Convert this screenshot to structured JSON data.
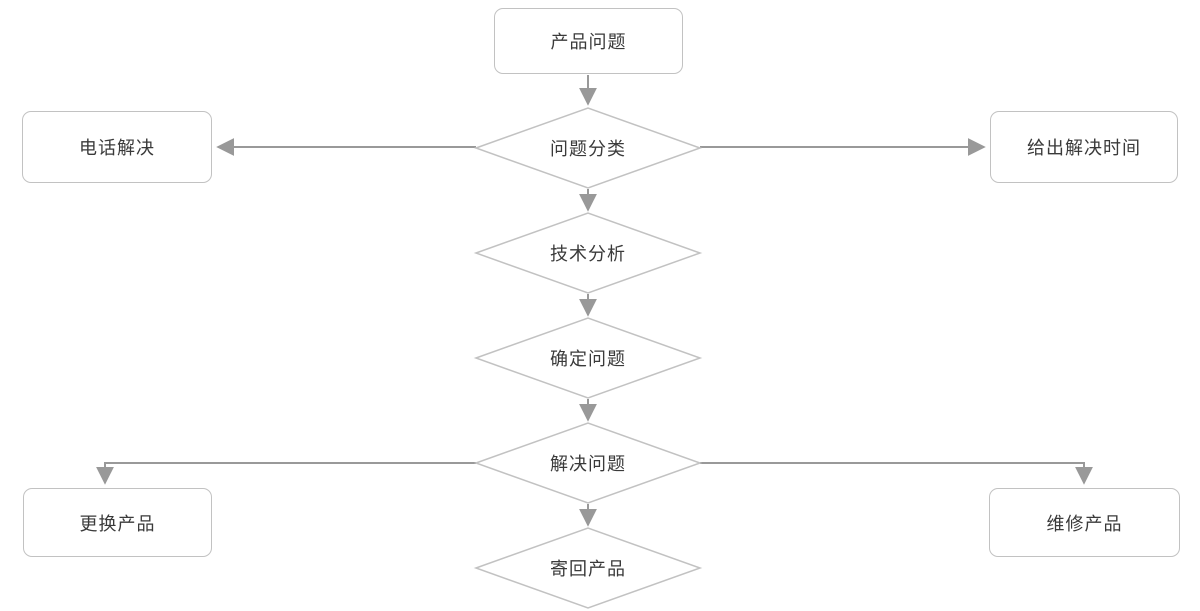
{
  "diagram": {
    "title": "product-issue-resolution-flowchart",
    "nodes": {
      "product_issue": {
        "label": "产品问题",
        "shape": "rounded-rectangle"
      },
      "classify": {
        "label": "问题分类",
        "shape": "diamond"
      },
      "phone_resolve": {
        "label": "电话解决",
        "shape": "rounded-rectangle"
      },
      "give_time": {
        "label": "给出解决时间",
        "shape": "rounded-rectangle"
      },
      "tech_analysis": {
        "label": "技术分析",
        "shape": "diamond"
      },
      "confirm_issue": {
        "label": "确定问题",
        "shape": "diamond"
      },
      "solve_issue": {
        "label": "解决问题",
        "shape": "diamond"
      },
      "replace_product": {
        "label": "更换产品",
        "shape": "rounded-rectangle"
      },
      "repair_product": {
        "label": "维修产品",
        "shape": "rounded-rectangle"
      },
      "return_product": {
        "label": "寄回产品",
        "shape": "diamond"
      }
    },
    "edges": [
      {
        "from": "product_issue",
        "to": "classify"
      },
      {
        "from": "classify",
        "to": "phone_resolve"
      },
      {
        "from": "classify",
        "to": "give_time"
      },
      {
        "from": "classify",
        "to": "tech_analysis"
      },
      {
        "from": "tech_analysis",
        "to": "confirm_issue"
      },
      {
        "from": "confirm_issue",
        "to": "solve_issue"
      },
      {
        "from": "solve_issue",
        "to": "replace_product"
      },
      {
        "from": "solve_issue",
        "to": "repair_product"
      },
      {
        "from": "solve_issue",
        "to": "return_product"
      }
    ],
    "colors": {
      "background": "#ffffff",
      "edge_stroke": "#999999",
      "shape_border": "#c2c2c2",
      "shape_fill": "#ffffff",
      "text": "#3a3a3a"
    }
  }
}
